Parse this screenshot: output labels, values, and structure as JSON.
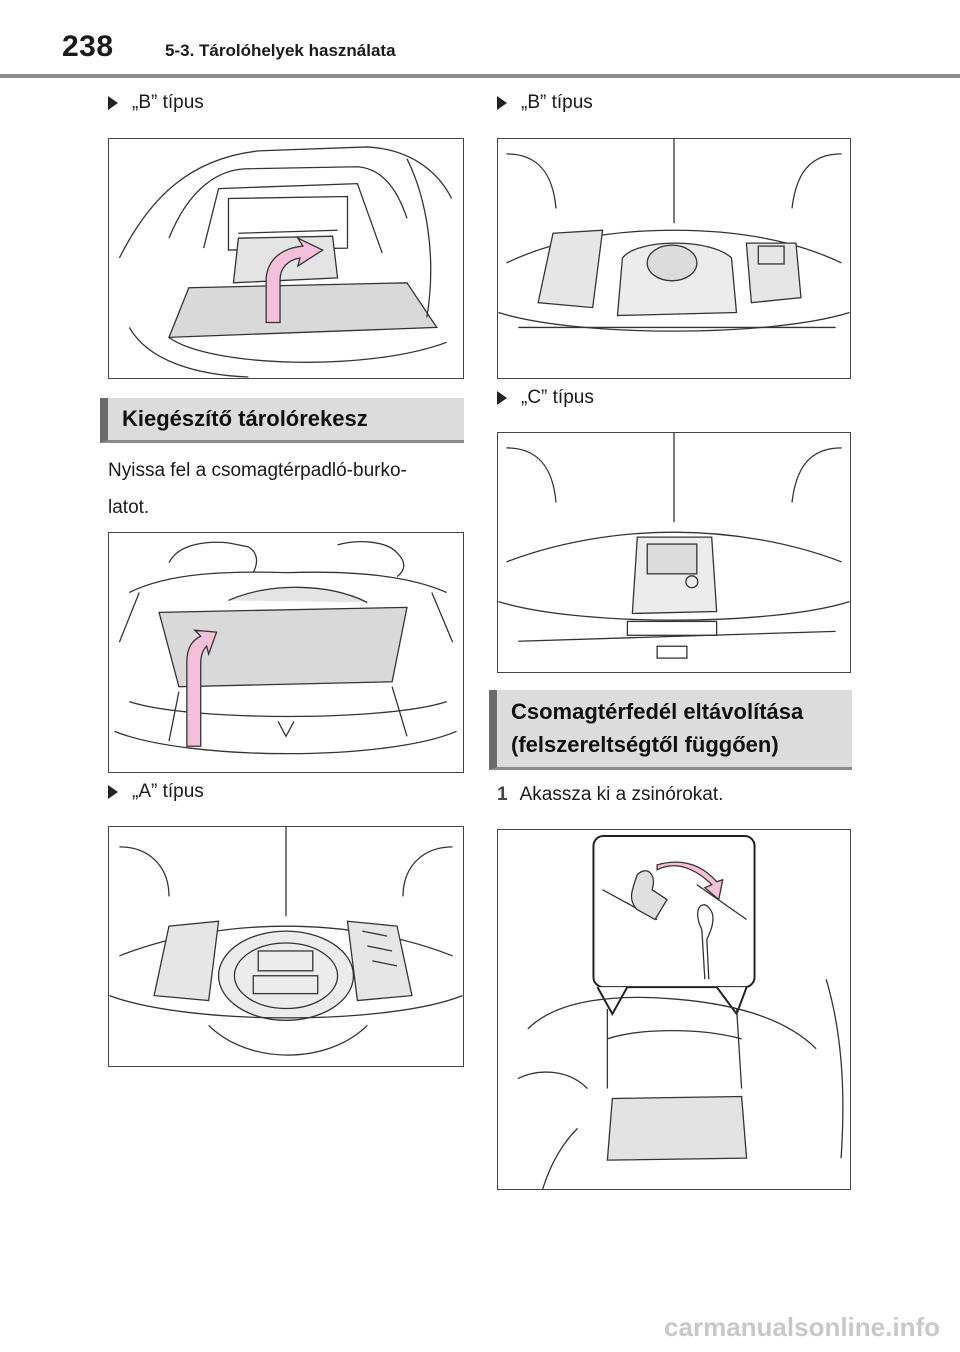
{
  "header": {
    "page_number": "238",
    "section_title": "5-3. Tárolóhelyek használata"
  },
  "left": {
    "bullet_b": "„B” típus",
    "heading": "Kiegészítő tárolórekesz",
    "body_line1": "Nyissa fel a csomagtérpadló-burko-",
    "body_line2": "latot.",
    "bullet_a": "„A” típus"
  },
  "right": {
    "bullet_b": "„B” típus",
    "bullet_c": "„C” típus",
    "heading_line1": "Csomagtérfedél eltávolítása",
    "heading_line2": "(felszereltségtől függően)",
    "step_number": "1",
    "step_text": "Akassza ki a zsinórokat."
  },
  "footer": {
    "watermark": "carmanualsonline.info"
  },
  "colors": {
    "arrow": "#f3bfd9",
    "panel": "#d9d9d9",
    "heading_bg": "#dcdcdc"
  }
}
